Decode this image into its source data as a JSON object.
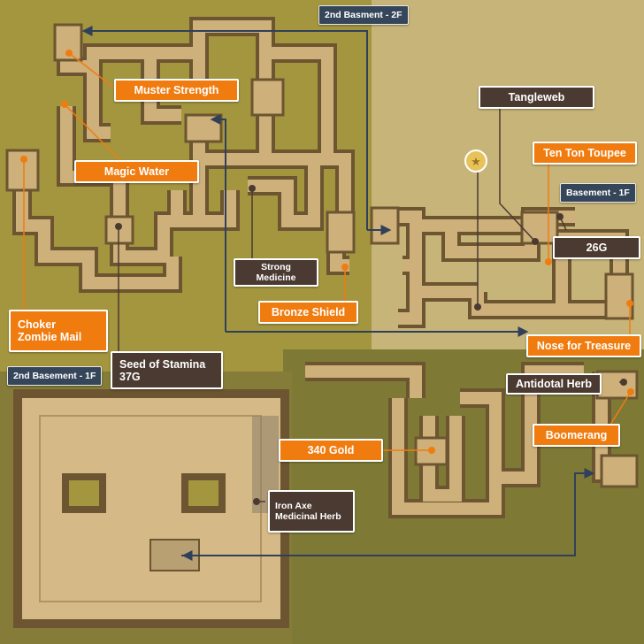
{
  "floors": {
    "b2f": "2nd Basment - 2F",
    "b1f": "Basement - 1F",
    "b2_1f": "2nd Basement - 1F"
  },
  "items": {
    "muster_strength": "Muster Strength",
    "magic_water": "Magic Water",
    "strong_medicine": [
      "Strong",
      "Medicine"
    ],
    "bronze_shield": "Bronze Shield",
    "choker_zombie_mail": [
      "Choker",
      "Zombie Mail"
    ],
    "seed_of_stamina": [
      "Seed of Stamina",
      "37G"
    ],
    "tangleweb": "Tangleweb",
    "ten_ton_toupee": "Ten Ton Toupee",
    "gold_26": "26G",
    "nose_for_treasure": "Nose for Treasure",
    "antidotal_herb": "Antidotal Herb",
    "boomerang": "Boomerang",
    "gold_340": "340 Gold",
    "iron_axe_medicinal_herb": [
      "Iron Axe",
      "Medicinal Herb"
    ]
  },
  "colors": {
    "orange_label": "#f07c10",
    "dark_label": "#4b3a31",
    "floor_label": "#36465a",
    "connector": "#31405a",
    "background": "#a4963f",
    "corridor": "#cdb07a"
  }
}
